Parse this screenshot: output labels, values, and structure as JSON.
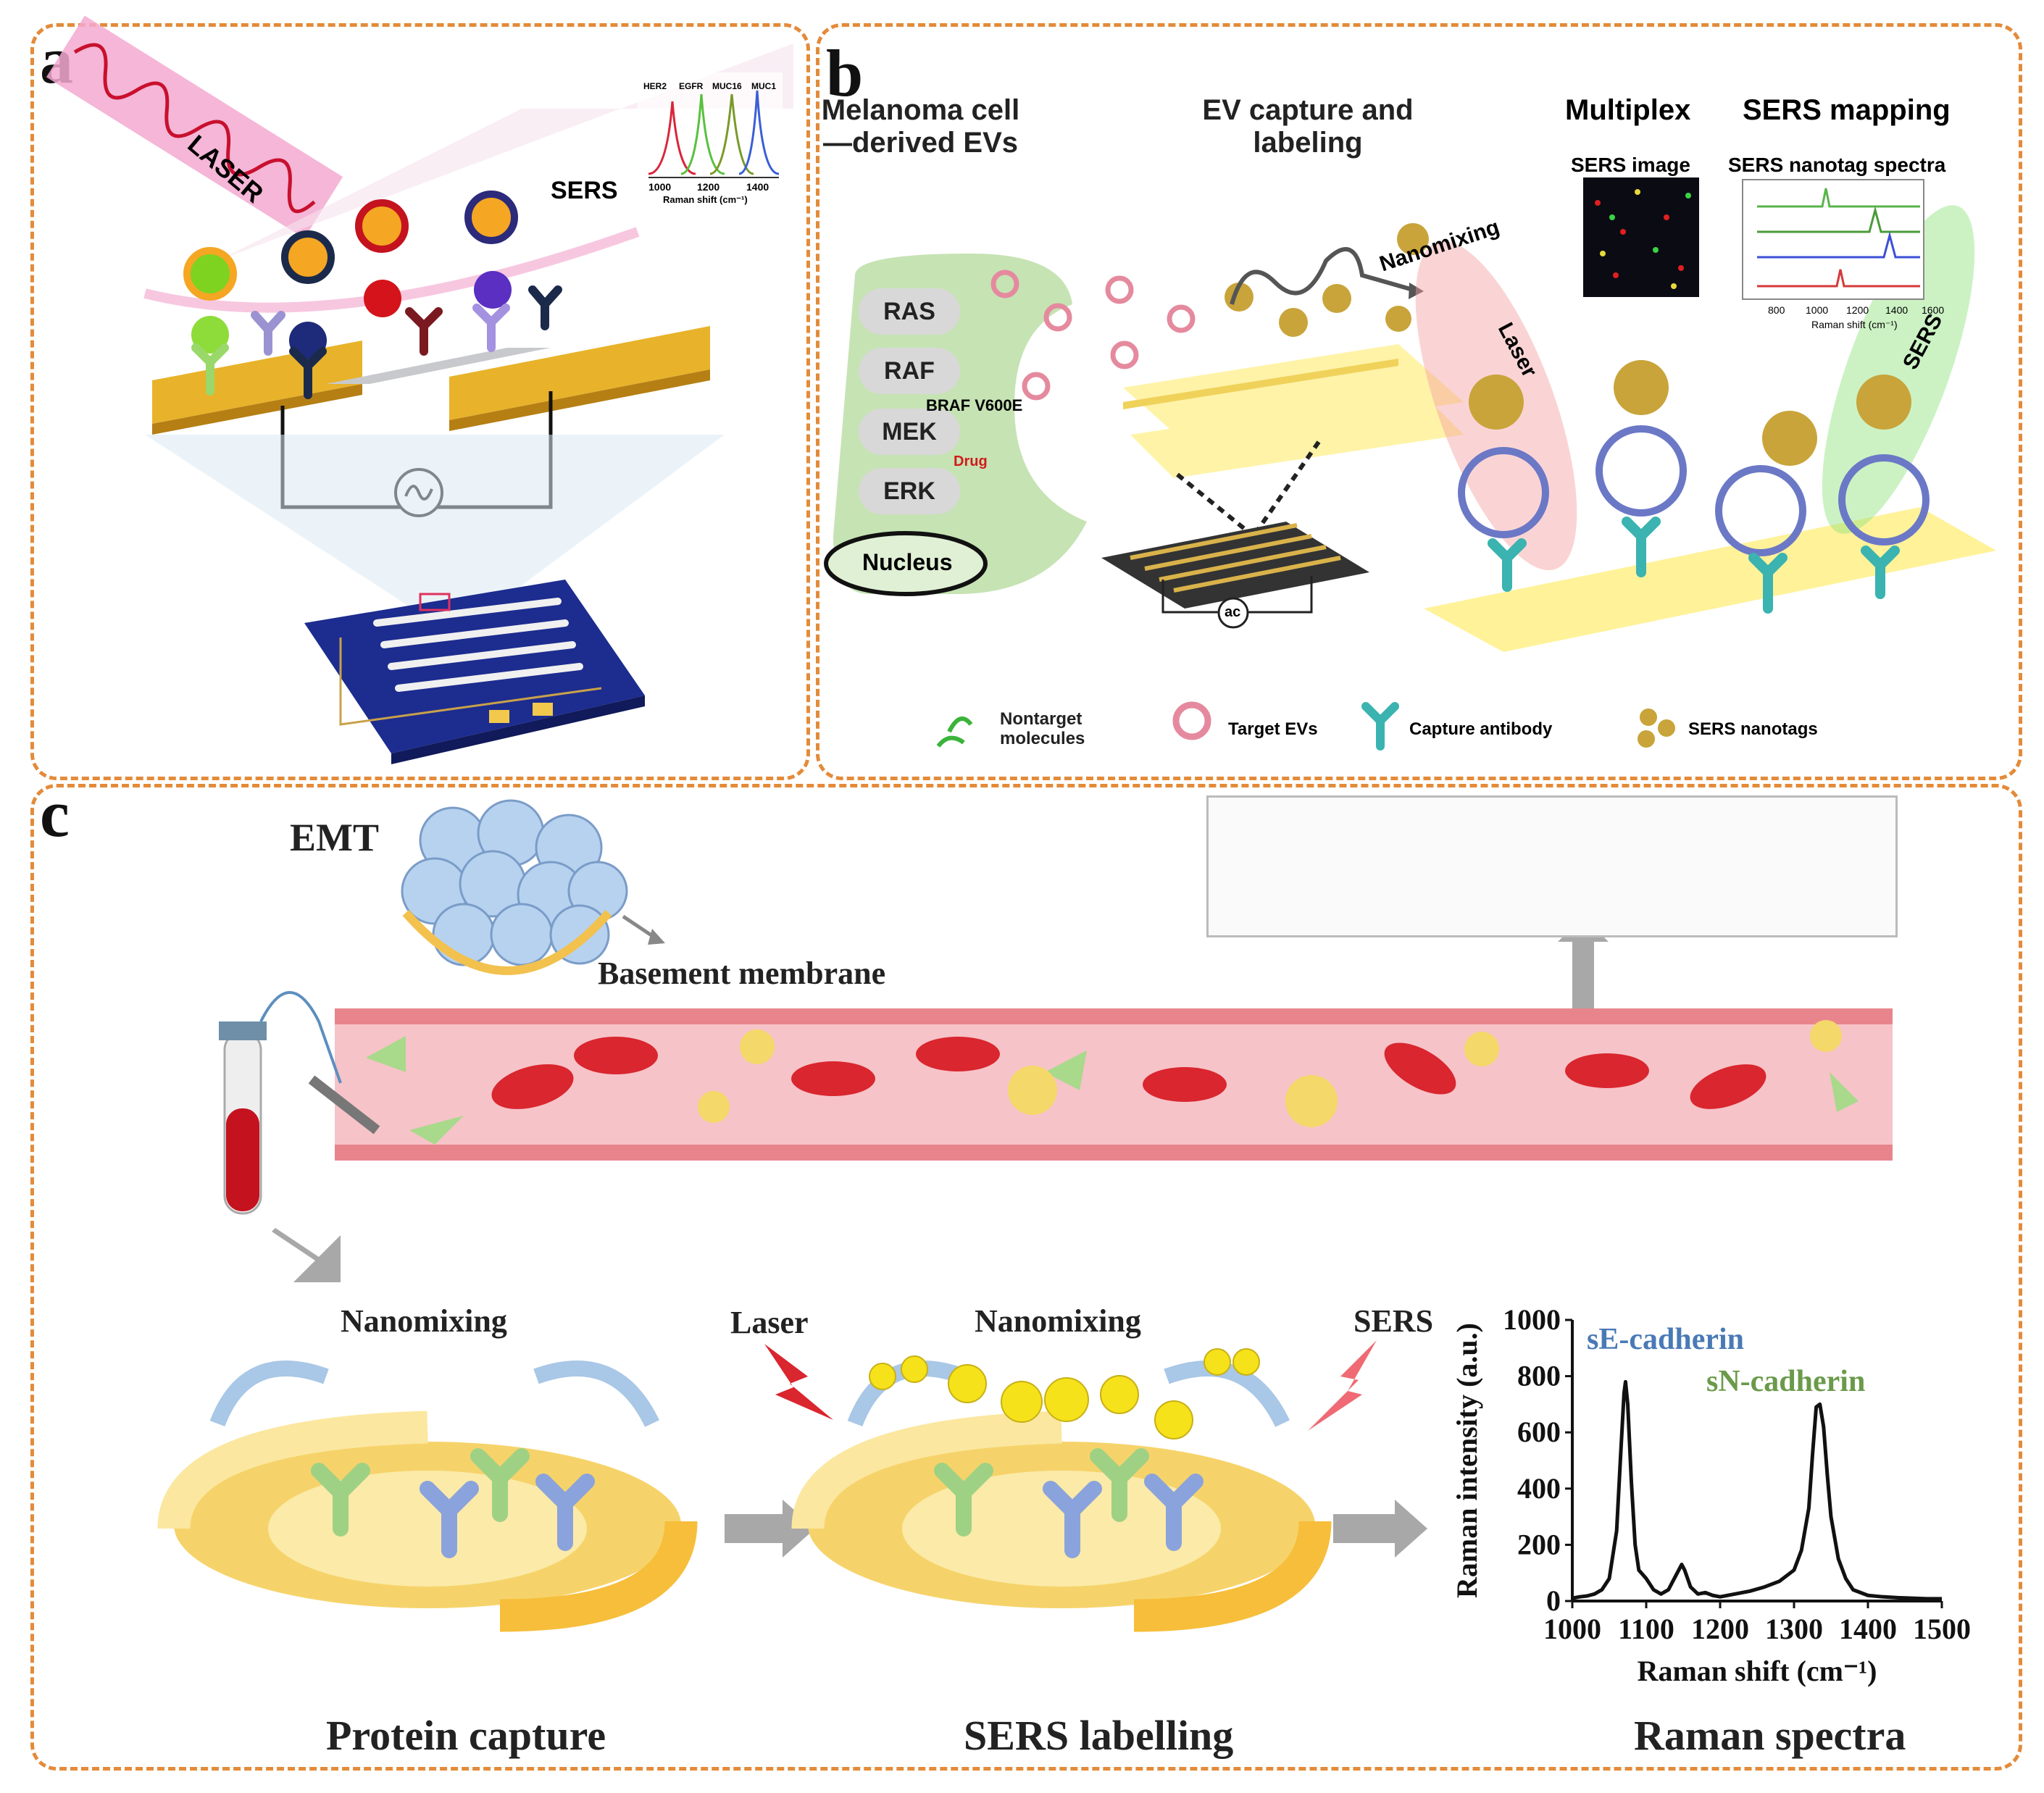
{
  "panel_labels": {
    "a": "a",
    "b": "b",
    "c": "c"
  },
  "panel_a": {
    "laser": "LASER",
    "sers": "SERS",
    "inset_spectrum": {
      "peaks": [
        "HER2",
        "EGFR",
        "MUC16",
        "MUC1"
      ],
      "ticks": [
        "1000",
        "1200",
        "1400"
      ],
      "xlabel": "Raman shift (cm⁻¹)"
    }
  },
  "panel_b": {
    "heading_left": "Melanoma cell—derived EVs",
    "heading_mid": "EV capture and labeling",
    "heading_multiplex": "Multiplex",
    "heading_mapping": "SERS mapping",
    "sers_image": "SERS image",
    "nanotag_spectra": "SERS nanotag spectra",
    "spectra_ticks": [
      "800",
      "1000",
      "1200",
      "1400",
      "1600"
    ],
    "spectra_xlabel": "Raman shift (cm⁻¹)",
    "pathway": [
      "RAS",
      "RAF",
      "MEK",
      "ERK"
    ],
    "nucleus": "Nucleus",
    "mutation": "BRAF V600E",
    "drug": "Drug",
    "nanomixing": "Nanomixing",
    "ac": "ac",
    "laser": "Laser",
    "sers": "SERS",
    "legend": {
      "nontarget": "Nontarget molecules",
      "target": "Target EVs",
      "capture": "Capture antibody",
      "nanotags": "SERS nanotags"
    }
  },
  "panel_c": {
    "emt": "EMT",
    "basement": "Basement membrane",
    "nanomixing_1": "Nanomixing",
    "nanomixing_2": "Nanomixing",
    "laser": "Laser",
    "sers": "SERS",
    "caption_capture": "Protein capture",
    "caption_labelling": "SERS labelling",
    "caption_spectra": "Raman spectra"
  },
  "chart_data": {
    "type": "line",
    "xlabel": "Raman shift (cm⁻¹)",
    "ylabel": "Raman intensity (a.u.)",
    "xlim": [
      1000,
      1500
    ],
    "ylim": [
      0,
      1000
    ],
    "xticks": [
      1000,
      1100,
      1200,
      1300,
      1400,
      1500
    ],
    "yticks": [
      0,
      200,
      400,
      600,
      800,
      1000
    ],
    "annotations": [
      "sE-cadherin",
      "sN-cadherin"
    ],
    "annotation_colors": [
      "#4a7ab5",
      "#6a9a4a"
    ],
    "x": [
      1000,
      1010,
      1020,
      1030,
      1040,
      1050,
      1060,
      1065,
      1070,
      1072,
      1075,
      1080,
      1085,
      1090,
      1100,
      1110,
      1120,
      1130,
      1140,
      1148,
      1152,
      1160,
      1170,
      1180,
      1190,
      1200,
      1220,
      1240,
      1260,
      1280,
      1300,
      1310,
      1320,
      1325,
      1330,
      1335,
      1340,
      1345,
      1350,
      1360,
      1370,
      1380,
      1400,
      1420,
      1440,
      1460,
      1480,
      1500
    ],
    "y": [
      10,
      15,
      18,
      25,
      40,
      80,
      250,
      500,
      740,
      780,
      700,
      420,
      200,
      110,
      80,
      40,
      25,
      40,
      90,
      130,
      110,
      50,
      25,
      30,
      20,
      15,
      25,
      35,
      50,
      70,
      110,
      180,
      330,
      520,
      690,
      700,
      620,
      450,
      300,
      150,
      80,
      40,
      20,
      15,
      12,
      10,
      8,
      8
    ]
  }
}
